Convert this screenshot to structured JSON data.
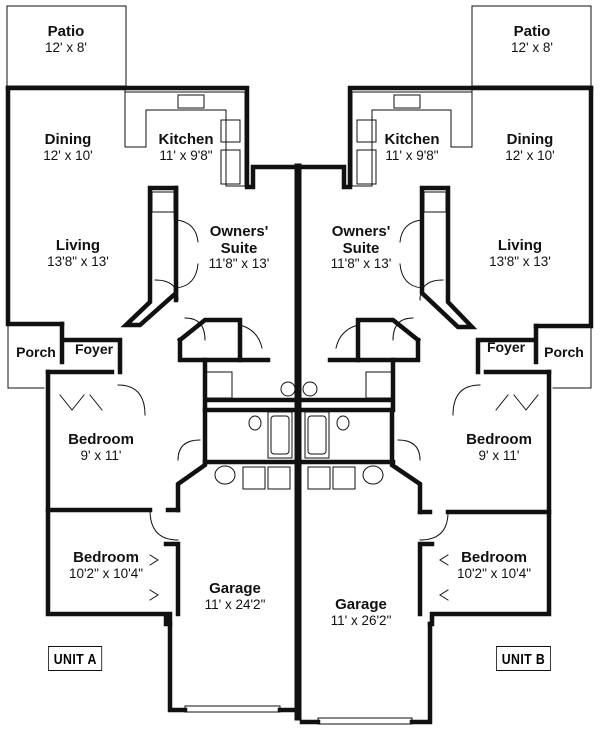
{
  "unit_a": {
    "label": "UNIT A",
    "rooms": {
      "patio": {
        "name": "Patio",
        "dim": "12' x 8'"
      },
      "dining": {
        "name": "Dining",
        "dim": "12' x 10'"
      },
      "kitchen": {
        "name": "Kitchen",
        "dim": "11' x 9'8\""
      },
      "living": {
        "name": "Living",
        "dim": "13'8\" x 13'"
      },
      "owners_suite": {
        "name": "Owners'",
        "name2": "Suite",
        "dim": "11'8\" x 13'"
      },
      "porch": {
        "name": "Porch"
      },
      "foyer": {
        "name": "Foyer"
      },
      "bedroom1": {
        "name": "Bedroom",
        "dim": "9' x 11'"
      },
      "bedroom2": {
        "name": "Bedroom",
        "dim": "10'2\" x 10'4\""
      },
      "garage": {
        "name": "Garage",
        "dim": "11' x 24'2\""
      }
    }
  },
  "unit_b": {
    "label": "UNIT B",
    "rooms": {
      "patio": {
        "name": "Patio",
        "dim": "12' x 8'"
      },
      "dining": {
        "name": "Dining",
        "dim": "12' x 10'"
      },
      "kitchen": {
        "name": "Kitchen",
        "dim": "11' x 9'8\""
      },
      "living": {
        "name": "Living",
        "dim": "13'8\" x 13'"
      },
      "owners_suite": {
        "name": "Owners'",
        "name2": "Suite",
        "dim": "11'8\" x 13'"
      },
      "porch": {
        "name": "Porch"
      },
      "foyer": {
        "name": "Foyer"
      },
      "bedroom1": {
        "name": "Bedroom",
        "dim": "9' x 11'"
      },
      "bedroom2": {
        "name": "Bedroom",
        "dim": "10'2\" x 10'4\""
      },
      "garage": {
        "name": "Garage",
        "dim": "11' x 26'2\""
      }
    }
  }
}
